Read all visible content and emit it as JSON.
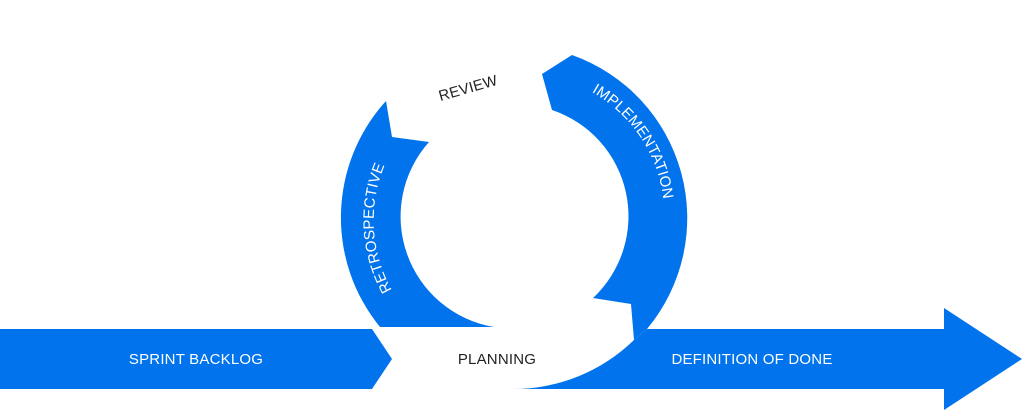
{
  "diagram": {
    "title": "Scrum sprint cycle",
    "accent_color": "#0073ED",
    "stages": {
      "sprint_backlog": "SPRINT BACKLOG",
      "planning": "PLANNING",
      "implementation": "IMPLEMENTATION",
      "review": "REVIEW",
      "retrospective": "RETROSPECTIVE",
      "definition_of_done": "DEFINITION OF DONE"
    }
  }
}
